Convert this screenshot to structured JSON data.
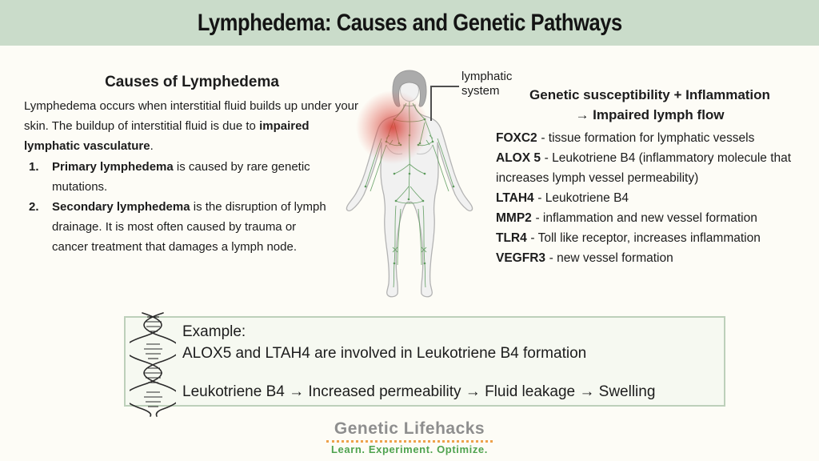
{
  "header": {
    "title": "Lymphedema: Causes and Genetic Pathways"
  },
  "left": {
    "heading": "Causes of Lymphedema",
    "intro": {
      "pre": "Lymphedema occurs when interstitial fluid builds up under your skin. The buildup of interstitial fluid is due to ",
      "bold": "impaired lymphatic vasculature",
      "post": "."
    },
    "list": [
      {
        "num": "1.",
        "bold": "Primary lymphedema",
        "rest": " is caused by rare genetic mutations."
      },
      {
        "num": "2.",
        "bold": "Secondary lymphedema",
        "rest": " is the disruption of lymph drainage. It is most often caused by trauma or cancer treatment that damages a lymph node."
      }
    ]
  },
  "figure": {
    "label_line1": "lymphatic",
    "label_line2": "system"
  },
  "right": {
    "heading_line1": "Genetic susceptibility + Inflammation",
    "heading_line2": "→ Impaired lymph flow",
    "genes": [
      {
        "name": "FOXC2",
        "desc": "- tissue formation for lymphatic vessels"
      },
      {
        "name": "ALOX 5",
        "desc": "- Leukotriene B4 (inflammatory molecule that increases lymph vessel permeability)"
      },
      {
        "name": "LTAH4",
        "desc": "- Leukotriene B4"
      },
      {
        "name": "MMP2",
        "desc": "- inflammation and new vessel formation"
      },
      {
        "name": "TLR4",
        "desc": "- Toll like receptor, increases inflammation"
      },
      {
        "name": "VEGFR3",
        "desc": "- new vessel formation"
      }
    ]
  },
  "example": {
    "line1": "Example:",
    "line2": "ALOX5 and LTAH4 are involved in Leukotriene B4 formation",
    "line3": "Leukotriene B4 → Increased permeability → Fluid leakage → Swelling"
  },
  "footer": {
    "brand": "Genetic Lifehacks",
    "tagline": "Learn. Experiment. Optimize."
  },
  "colors": {
    "header_bg": "#cadcca",
    "page_bg": "#fdfcf6",
    "example_box_bg": "#f6f9f1",
    "example_box_border": "#bdd0ba",
    "lymph_green": "#5d9b5d",
    "glow_red": "#d94137",
    "brand_gray": "#8e8e8e",
    "tagline_green": "#4fa34f",
    "dots_orange": "#eda24c",
    "text": "#1c1c1c"
  }
}
